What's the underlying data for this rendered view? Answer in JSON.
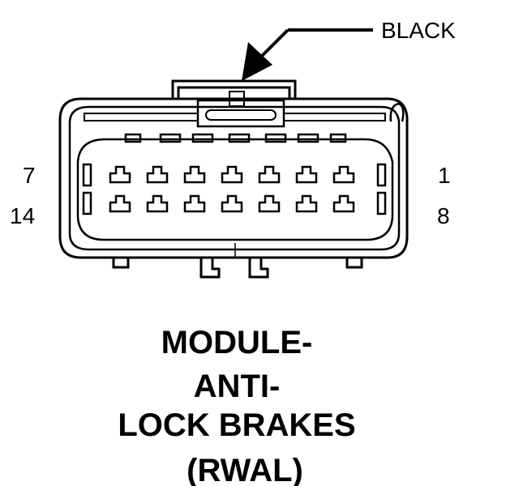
{
  "callout": {
    "label": "BLACK"
  },
  "pins": {
    "top_left": "7",
    "top_right": "1",
    "bottom_left": "14",
    "bottom_right": "8"
  },
  "title_lines": [
    "MODULE-",
    "ANTI-",
    "LOCK BRAKES",
    "(RWAL)"
  ],
  "colors": {
    "line": "#000000",
    "background": "#ffffff"
  }
}
